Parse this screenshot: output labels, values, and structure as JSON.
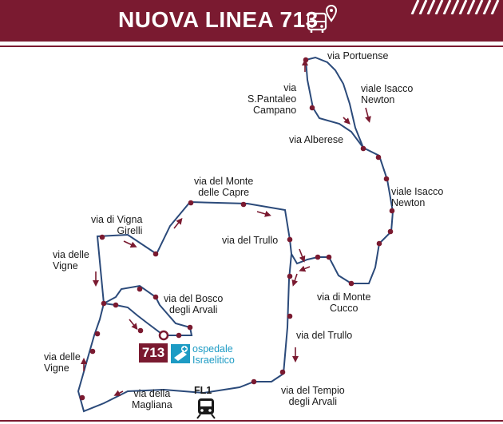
{
  "header": {
    "title": "NUOVA LINEA 713",
    "icon": "bus-stop-icon",
    "background_color": "#7a1a30"
  },
  "route": {
    "line_number": "713",
    "line_color": "#2b4a7a",
    "stop_color": "#7a1a30"
  },
  "terminus": {
    "name_line1": "ospedale",
    "name_line2": "Israelitico",
    "icon": "hospital-icon",
    "text_color": "#1d9bc4"
  },
  "rail": {
    "label": "FL1",
    "icon": "train-icon"
  },
  "streets": [
    {
      "id": "via-portuense",
      "lines": [
        "via Portuense"
      ]
    },
    {
      "id": "via-s-pantaleo",
      "lines": [
        "via",
        "S.Pantaleo",
        "Campano"
      ]
    },
    {
      "id": "viale-isacco-newton-1",
      "lines": [
        "viale Isacco",
        "Newton"
      ]
    },
    {
      "id": "via-alberese",
      "lines": [
        "via Alberese"
      ]
    },
    {
      "id": "viale-isacco-newton-2",
      "lines": [
        "viale Isacco",
        "Newton"
      ]
    },
    {
      "id": "via-del-monte-delle-capre",
      "lines": [
        "via del Monte",
        "delle Capre"
      ]
    },
    {
      "id": "via-di-vigna-girelli",
      "lines": [
        "via di Vigna",
        "Girelli"
      ]
    },
    {
      "id": "via-del-trullo-1",
      "lines": [
        "via del Trullo"
      ]
    },
    {
      "id": "via-delle-vigne-1",
      "lines": [
        "via delle",
        "Vigne"
      ]
    },
    {
      "id": "via-del-bosco-degli-arvali",
      "lines": [
        "via del Bosco",
        "degli Arvali"
      ]
    },
    {
      "id": "via-di-monte-cucco",
      "lines": [
        "via di Monte",
        "Cucco"
      ]
    },
    {
      "id": "via-del-trullo-2",
      "lines": [
        "via del Trullo"
      ]
    },
    {
      "id": "via-delle-vigne-2",
      "lines": [
        "via delle",
        "Vigne"
      ]
    },
    {
      "id": "via-della-magliana",
      "lines": [
        "via della",
        "Magliana"
      ]
    },
    {
      "id": "via-del-tempio-degli-arvali",
      "lines": [
        "via del Tempio",
        "degli Arvali"
      ]
    }
  ]
}
